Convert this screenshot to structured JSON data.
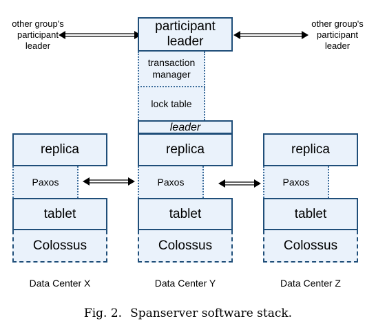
{
  "left_label": "other group's\nparticipant\nleader",
  "right_label": "other group's\nparticipant\nleader",
  "participant_leader": "participant\nleader",
  "transaction_manager": "transaction\nmanager",
  "lock_table": "lock table",
  "leader": "leader",
  "columns": {
    "x": {
      "replica": "replica",
      "paxos": "Paxos",
      "tablet": "tablet",
      "colossus": "Colossus",
      "label": "Data Center X"
    },
    "y": {
      "replica": "replica",
      "paxos": "Paxos",
      "tablet": "tablet",
      "colossus": "Colossus",
      "label": "Data Center Y"
    },
    "z": {
      "replica": "replica",
      "paxos": "Paxos",
      "tablet": "tablet",
      "colossus": "Colossus",
      "label": "Data Center Z"
    }
  },
  "caption": {
    "fig": "Fig. 2.",
    "text": "Spanserver software stack."
  }
}
